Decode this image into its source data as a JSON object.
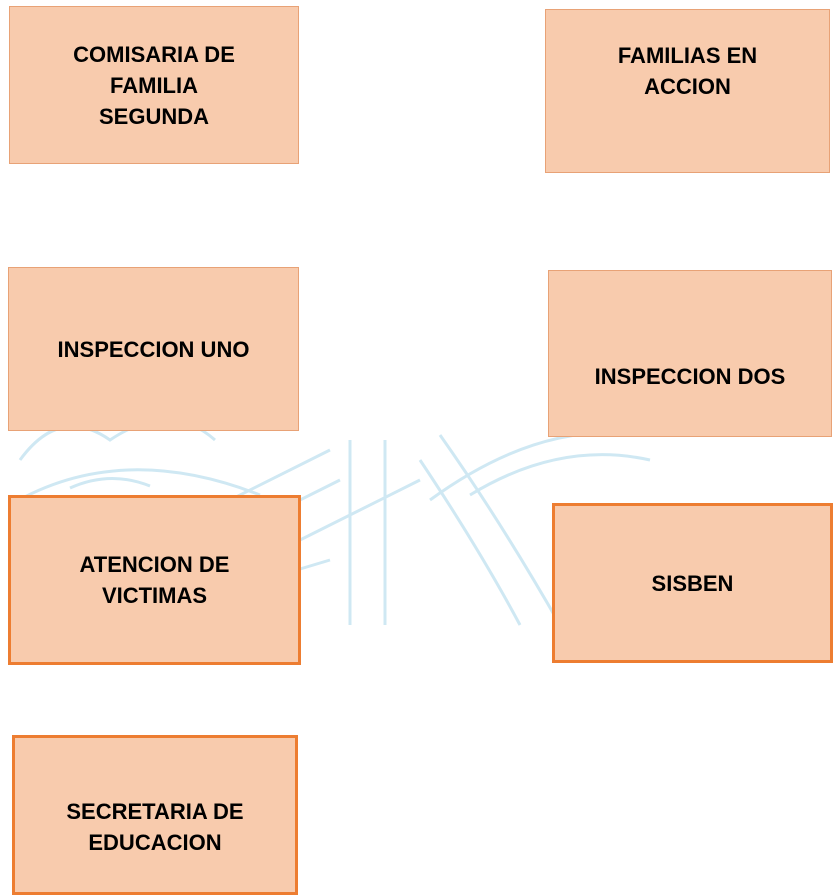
{
  "boxes": {
    "comisaria": {
      "lines": [
        "COMISARIA DE",
        "FAMILIA",
        "SEGUNDA"
      ]
    },
    "familias": {
      "lines": [
        "FAMILIAS EN",
        "ACCION"
      ]
    },
    "inspeccion_uno": {
      "lines": [
        "INSPECCION UNO"
      ]
    },
    "inspeccion_dos": {
      "lines": [
        "INSPECCION DOS"
      ]
    },
    "victimas": {
      "lines": [
        "ATENCION DE",
        "VICTIMAS"
      ]
    },
    "sisben": {
      "lines": [
        "SISBEN"
      ]
    },
    "educacion": {
      "lines": [
        "SECRETARIA DE",
        "EDUCACION"
      ]
    }
  }
}
